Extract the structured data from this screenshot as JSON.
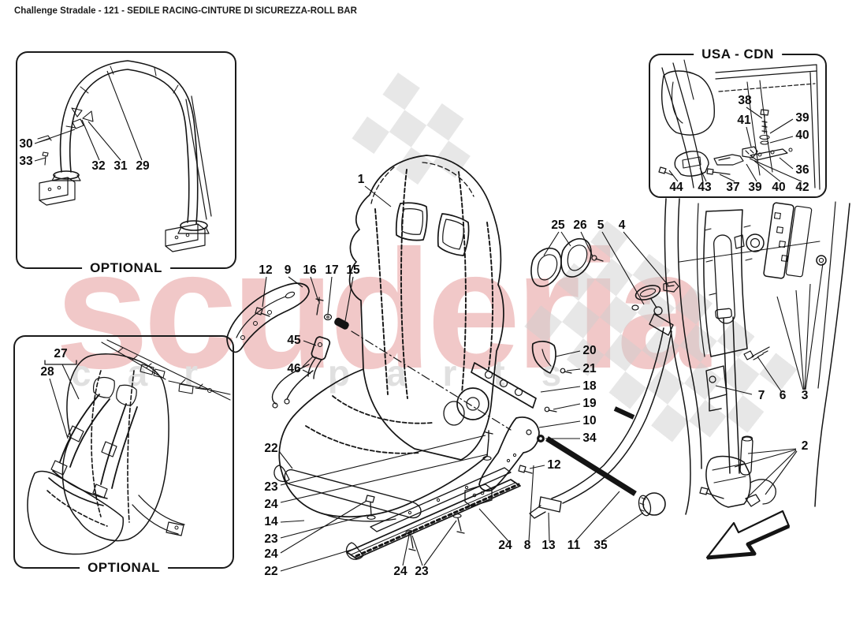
{
  "title": "Challenge Stradale - 121 - SEDILE RACING-CINTURE DI SICUREZZA-ROLL BAR",
  "watermark": {
    "brand": "scuderia",
    "tagline": "car parts"
  },
  "boxes": {
    "rollbar": {
      "label": "OPTIONAL"
    },
    "harness": {
      "label": "OPTIONAL"
    },
    "usa_cdn": {
      "label": "USA - CDN"
    }
  },
  "callouts": {
    "rollbar": [
      "30",
      "33",
      "32",
      "31",
      "29"
    ],
    "harness": [
      "27",
      "28"
    ],
    "usa_cdn": [
      "38",
      "41",
      "39",
      "40",
      "36",
      "44",
      "43",
      "37",
      "39",
      "40",
      "42"
    ],
    "main": [
      "1",
      "12",
      "9",
      "16",
      "17",
      "15",
      "45",
      "46",
      "25",
      "26",
      "5",
      "4",
      "20",
      "21",
      "18",
      "19",
      "10",
      "34",
      "12",
      "22",
      "23",
      "24",
      "14",
      "23",
      "24",
      "22",
      "24",
      "23",
      "24",
      "8",
      "13",
      "11",
      "35",
      "7",
      "6",
      "3",
      "2"
    ]
  }
}
